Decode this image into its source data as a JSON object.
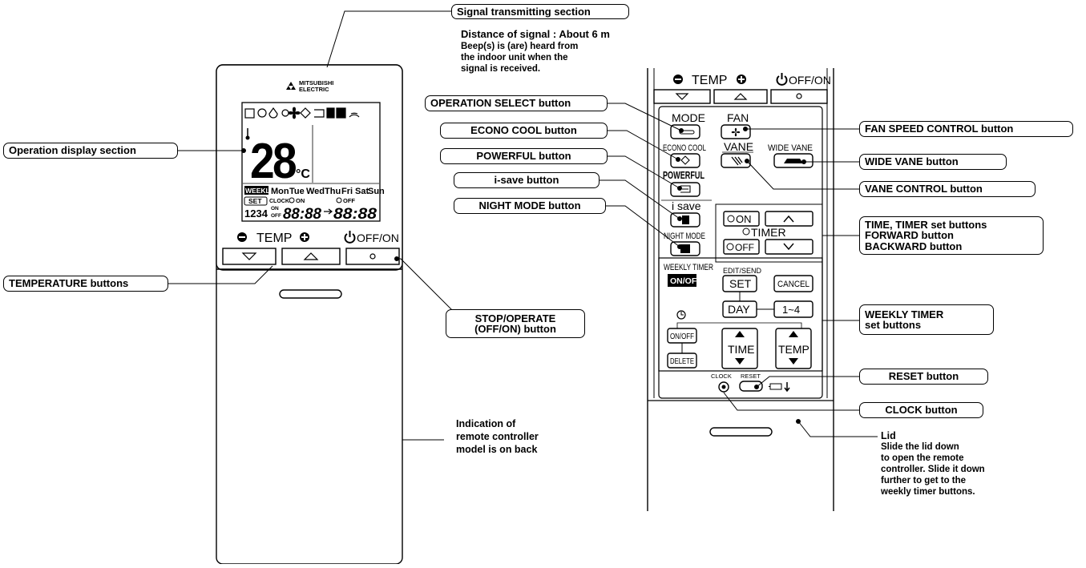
{
  "brand": {
    "line1": "MITSUBISHI",
    "line2": "ELECTRIC"
  },
  "display": {
    "temp": "28",
    "unit": "°C",
    "weekly": "WEEKLY",
    "days": [
      "Mon",
      "Tue",
      "Wed",
      "Thu",
      "Fri",
      "Sat",
      "Sun"
    ],
    "set": "SET",
    "clock": "CLOCK",
    "on": "ON",
    "off": "OFF",
    "on_short": "ON",
    "off_short": "OFF",
    "program": "1234",
    "time_left": "88:88",
    "time_right": "88:88"
  },
  "remote": {
    "temp_label": "TEMP",
    "offon_label": "OFF/ON"
  },
  "panel": {
    "temp_label": "TEMP",
    "offon_label": "OFF/ON",
    "mode": "MODE",
    "fan": "FAN",
    "econo_cool": "ECONO COOL",
    "vane": "VANE",
    "wide_vane": "WIDE VANE",
    "powerful": "POWERFUL",
    "i_save": "i save",
    "night_mode": "NIGHT MODE",
    "timer_on": "ON",
    "timer": "TIMER",
    "timer_off": "OFF",
    "weekly_timer": "WEEKLY TIMER",
    "weekly_onoff": "ON/OFF",
    "edit_send": "EDIT/SEND",
    "set": "SET",
    "cancel": "CANCEL",
    "day": "DAY",
    "range": "1~4",
    "onoff": "ON/OFF",
    "delete": "DELETE",
    "time": "TIME",
    "temp": "TEMP",
    "clock": "CLOCK",
    "reset": "RESET"
  },
  "callouts": {
    "signal": "Signal transmitting section",
    "signal_note": [
      "Distance of signal : About 6 m",
      "Beep(s) is (are) heard from",
      "the indoor unit when the",
      "signal is received."
    ],
    "operation_display": "Operation display section",
    "temperature_buttons": "TEMPERATURE buttons",
    "stop_operate": [
      "STOP/OPERATE",
      "(OFF/ON) button"
    ],
    "model_note": [
      "Indication of",
      "remote controller",
      "model is on back"
    ],
    "operation_select": "OPERATION SELECT button",
    "econo_cool": "ECONO COOL button",
    "powerful": "POWERFUL button",
    "i_save": "i-save button",
    "night_mode": "NIGHT MODE button",
    "fan_speed": "FAN SPEED CONTROL button",
    "wide_vane": "WIDE VANE button",
    "vane_control": "VANE CONTROL button",
    "timer_set": [
      "TIME, TIMER set buttons",
      "FORWARD button",
      "BACKWARD button"
    ],
    "weekly_timer": [
      "WEEKLY TIMER",
      "set buttons"
    ],
    "reset": "RESET button",
    "clock": "CLOCK button",
    "lid_title": "Lid",
    "lid_note": [
      "Slide the lid down",
      "to open the remote",
      "controller. Slide it down",
      "further to get to the",
      "weekly timer buttons."
    ]
  }
}
